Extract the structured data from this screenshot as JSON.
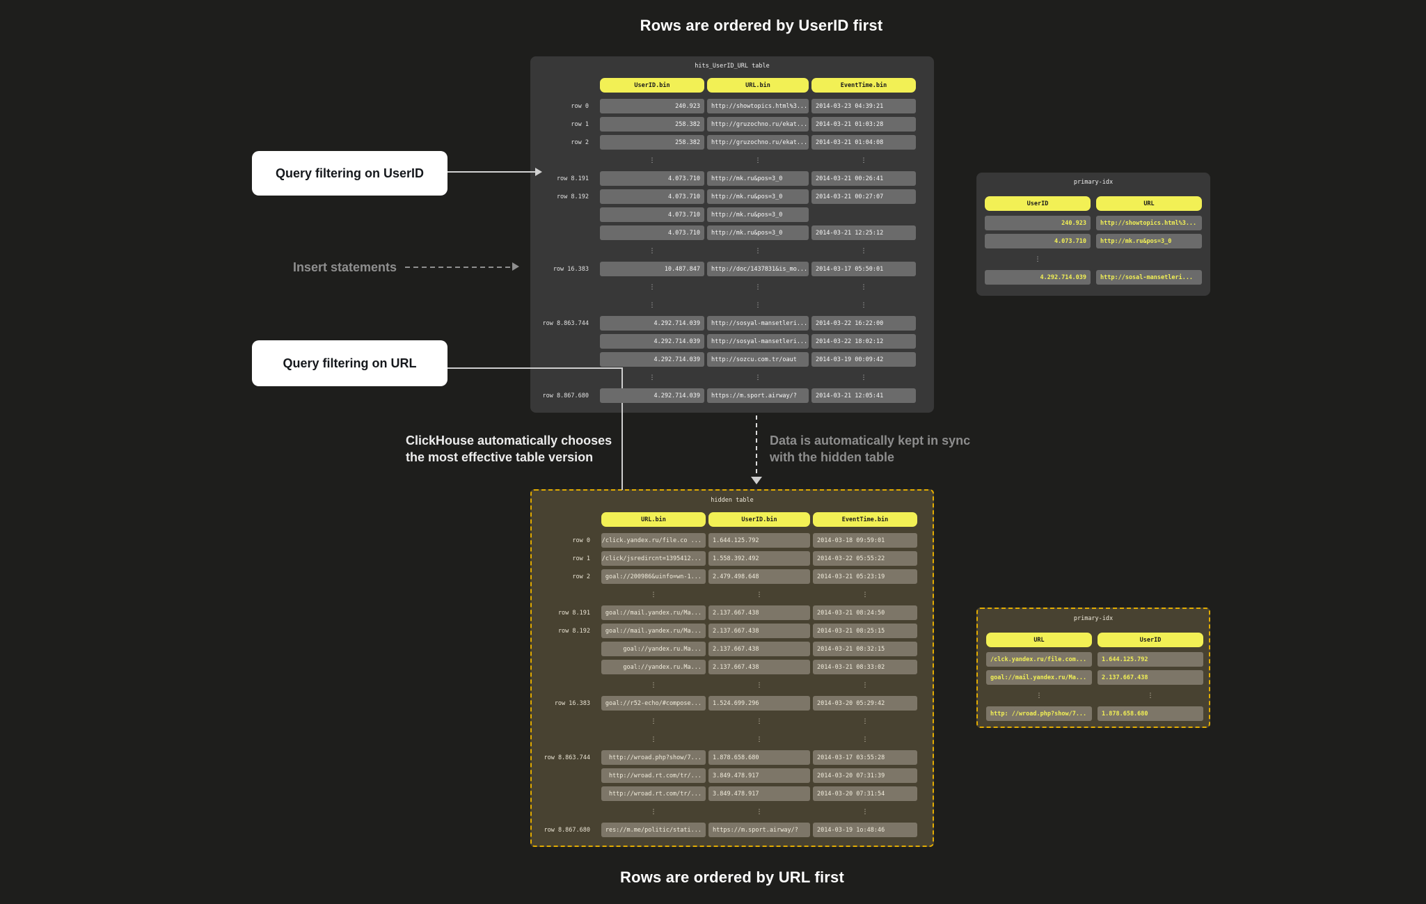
{
  "captions": {
    "top": "Rows are ordered by UserID first",
    "bottom": "Rows are ordered by URL first"
  },
  "labels": {
    "query_userid": "Query filtering on UserID",
    "insert_statements": "Insert statements",
    "query_url": "Query filtering on URL",
    "chooser_line1": "ClickHouse automatically chooses",
    "chooser_line2": "the most effective table version",
    "sync_line1": "Data is automatically kept in sync",
    "sync_line2": "with the hidden table"
  },
  "colors": {
    "bg": "#1e1e1c",
    "yellow": "#f2f055",
    "panel_dark": "#383838",
    "cell_dark": "#6b6b6b",
    "panel_brown": "#484231",
    "cell_brown": "#7d7668",
    "border_gold": "#e3ac00"
  },
  "main_table": {
    "title": "hits_UserID_URL table",
    "headers": [
      "UserID.bin",
      "URL.bin",
      "EventTime.bin"
    ],
    "rows": [
      {
        "label": "row 0",
        "cells": [
          "240.923",
          "http://showtopics.html%3...",
          "2014-03-23 04:39:21"
        ]
      },
      {
        "label": "row 1",
        "cells": [
          "258.382",
          "http://gruzochno.ru/ekat...",
          "2014-03-21 01:03:28"
        ]
      },
      {
        "label": "row 2",
        "cells": [
          "258.382",
          "http://gruzochno.ru/ekat...",
          "2014-03-21 01:04:08"
        ]
      },
      {
        "dots": true
      },
      {
        "label": "row 8.191",
        "cells": [
          "4.073.710",
          "http://mk.ru&pos=3_0",
          "2014-03-21 00:26:41"
        ]
      },
      {
        "label": "row 8.192",
        "cells": [
          "4.073.710",
          "http://mk.ru&pos=3_0",
          "2014-03-21 00:27:07"
        ]
      },
      {
        "label": "",
        "cells": [
          "4.073.710",
          "http://mk.ru&pos=3_0",
          null
        ]
      },
      {
        "label": "",
        "cells": [
          "4.073.710",
          "http://mk.ru&pos=3_0",
          "2014-03-21 12:25:12"
        ]
      },
      {
        "dots": true
      },
      {
        "label": "row 16.383",
        "cells": [
          "10.487.847",
          "http://doc/1437831&is_mo...",
          "2014-03-17 05:50:01"
        ]
      },
      {
        "dots": true
      },
      {
        "dots": true
      },
      {
        "label": "row 8.863.744",
        "cells": [
          "4.292.714.039",
          "http://sosyal-mansetleri...",
          "2014-03-22 16:22:00"
        ]
      },
      {
        "label": "",
        "cells": [
          "4.292.714.039",
          "http://sosyal-mansetleri...",
          "2014-03-22 18:02:12"
        ]
      },
      {
        "label": "",
        "cells": [
          "4.292.714.039",
          "http://sozcu.com.tr/oaut",
          "2014-03-19 00:09:42"
        ]
      },
      {
        "dots": true
      },
      {
        "label": "row 8.867.680",
        "cells": [
          "4.292.714.039",
          "https://m.sport.airway/?",
          "2014-03-21 12:05:41"
        ]
      }
    ]
  },
  "hidden_table": {
    "title": "hidden table",
    "headers": [
      "URL.bin",
      "UserID.bin",
      "EventTime.bin"
    ],
    "rows": [
      {
        "label": "row 0",
        "cells": [
          "/click.yandex.ru/file.co ...",
          "1.644.125.792",
          "2014-03-18 09:59:01"
        ]
      },
      {
        "label": "row 1",
        "cells": [
          "/click/jsredircnt=1395412...",
          "1.558.392.492",
          "2014-03-22 05:55:22"
        ]
      },
      {
        "label": "row 2",
        "cells": [
          "goal://200986&uinfo=wn-1...",
          "2.479.498.648",
          "2014-03-21 05:23:19"
        ]
      },
      {
        "dots": true
      },
      {
        "label": "row 8.191",
        "cells": [
          "goal://mail.yandex.ru/Ma...",
          "2.137.667.438",
          "2014-03-21 08:24:50"
        ]
      },
      {
        "label": "row 8.192",
        "cells": [
          "goal://mail.yandex.ru/Ma...",
          "2.137.667.438",
          "2014-03-21 08:25:15"
        ]
      },
      {
        "label": "",
        "cells": [
          "goal://yandex.ru.Ma...",
          "2.137.667.438",
          "2014-03-21 08:32:15"
        ]
      },
      {
        "label": "",
        "cells": [
          "goal://yandex.ru.Ma...",
          "2.137.667.438",
          "2014-03-21 08:33:02"
        ]
      },
      {
        "dots": true
      },
      {
        "label": "row 16.383",
        "cells": [
          "goal://r52-echo/#compose...",
          "1.524.699.296",
          "2014-03-20 05:29:42"
        ]
      },
      {
        "dots": true
      },
      {
        "dots": true
      },
      {
        "label": "row 8.863.744",
        "cells": [
          "http://wroad.php?show/7...",
          "1.878.658.680",
          "2014-03-17 03:55:28"
        ]
      },
      {
        "label": "",
        "cells": [
          "http://wroad.rt.com/tr/...",
          "3.849.478.917",
          "2014-03-20 07:31:39"
        ]
      },
      {
        "label": "",
        "cells": [
          "http://wroad.rt.com/tr/...",
          "3.849.478.917",
          "2014-03-20 07:31:54"
        ]
      },
      {
        "dots": true
      },
      {
        "label": "row 8.867.680",
        "cells": [
          "res://m.me/politic/stati...",
          "https://m.sport.airway/?",
          "2014-03-19 1o:48:46"
        ]
      }
    ]
  },
  "primary_idx_top": {
    "title": "primary-idx",
    "headers": [
      "UserID",
      "URL"
    ],
    "rows": [
      {
        "cells": [
          "240.923",
          "http://showtopics.html%3..."
        ]
      },
      {
        "cells": [
          "4.073.710",
          "http://mk.ru&pos=3_0"
        ]
      },
      {
        "dots": [
          0
        ]
      },
      {
        "cells": [
          "4.292.714.039",
          "http://sosal-mansetleri..."
        ]
      }
    ]
  },
  "primary_idx_bottom": {
    "title": "primary-idx",
    "headers": [
      "URL",
      "UserID"
    ],
    "rows": [
      {
        "cells": [
          "/clck.yandex.ru/file.com...",
          "1.644.125.792"
        ]
      },
      {
        "cells": [
          "goal://mail.yandex.ru/Ma...",
          "2.137.667.438"
        ]
      },
      {
        "dots": true
      },
      {
        "cells": [
          "http: //wroad.php?show/7...",
          "1.878.658.680"
        ]
      }
    ]
  }
}
